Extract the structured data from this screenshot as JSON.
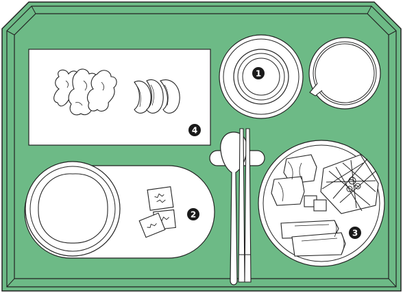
{
  "colors": {
    "tray": "#6dba86",
    "tray_edge": "#4f9a69",
    "outline": "#222222",
    "plate": "#ffffff",
    "badge": "#1a1a1a",
    "badge_text": "#ffffff"
  },
  "markers": [
    {
      "id": "marker-1",
      "label": "1"
    },
    {
      "id": "marker-2",
      "label": "2"
    },
    {
      "id": "marker-3",
      "label": "3"
    },
    {
      "id": "marker-4",
      "label": "4"
    }
  ],
  "icons": {
    "rice_bowl": "bowl-icon",
    "cup": "cup-icon",
    "spoon": "spoon-icon",
    "chopsticks": "chopsticks-icon",
    "rest": "chopstick-rest-icon"
  }
}
